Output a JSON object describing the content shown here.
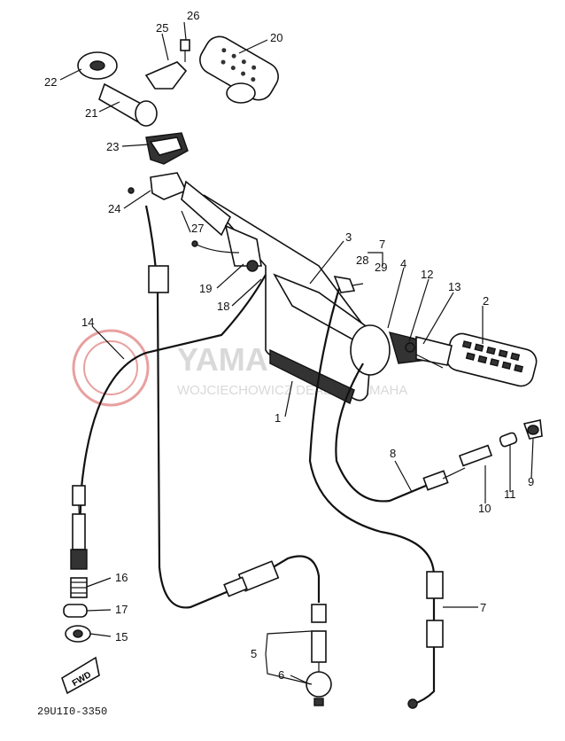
{
  "watermark": {
    "brand": "YAMA-SKLEP",
    "subtitle": "WOJCIECHOWICZ DEALER YAMAHA",
    "color": "#e8a0a0"
  },
  "fwd_badge": "FWD",
  "diagram_code": "29U1I0-3350",
  "part_labels": {
    "p1": "1",
    "p2": "2",
    "p3": "3",
    "p4": "4",
    "p5": "5",
    "p6": "6",
    "p7": "7",
    "p7b": "7",
    "p8": "8",
    "p9": "9",
    "p10": "10",
    "p11": "11",
    "p12": "12",
    "p13": "13",
    "p14": "14",
    "p15": "15",
    "p16": "16",
    "p17": "17",
    "p18": "18",
    "p19": "19",
    "p20": "20",
    "p21": "21",
    "p22": "22",
    "p23": "23",
    "p24": "24",
    "p25": "25",
    "p26": "26",
    "p27": "27",
    "p28": "28",
    "p29": "29"
  }
}
